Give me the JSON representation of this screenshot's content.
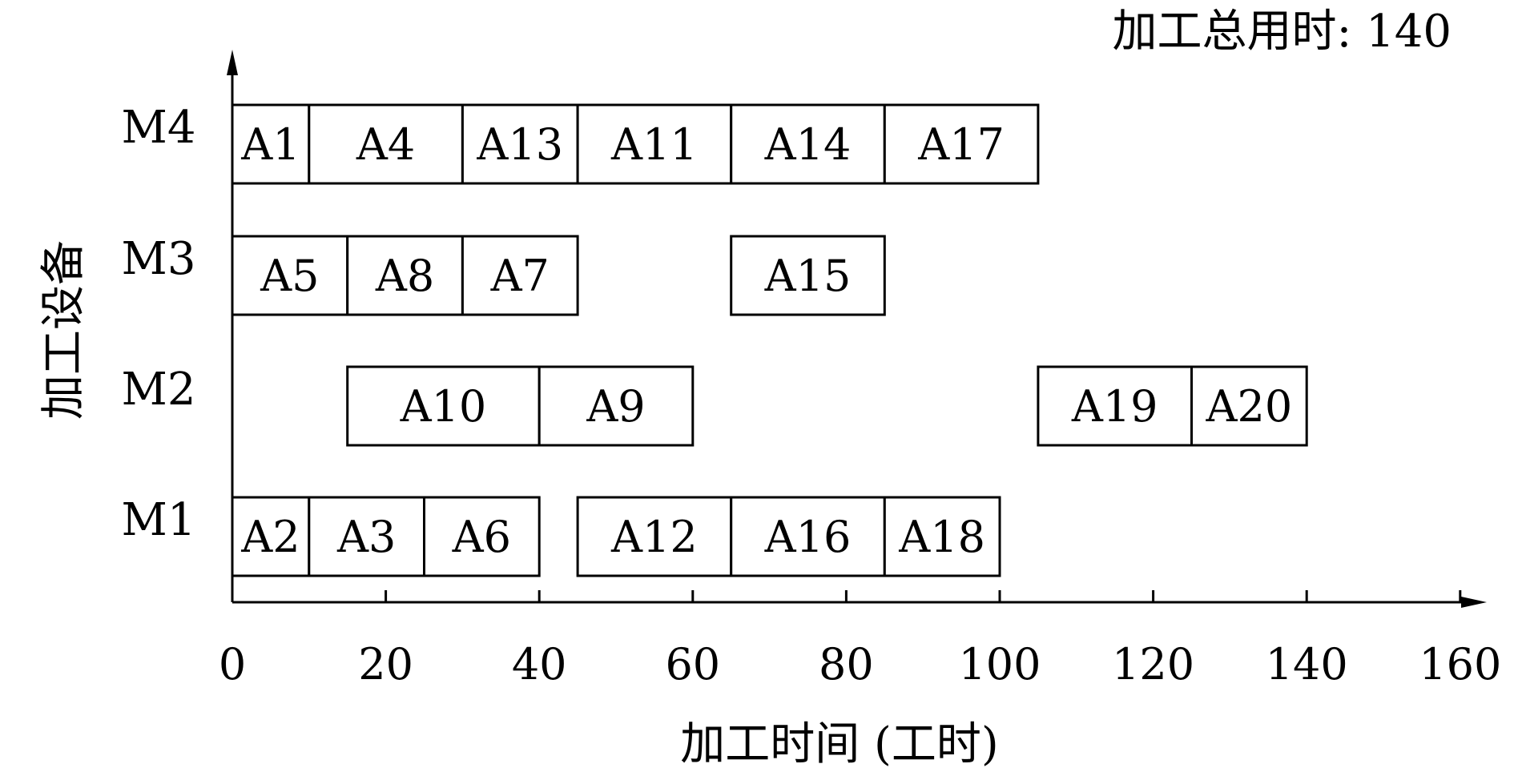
{
  "chart_data": {
    "type": "gantt",
    "annotation": "加工总用时: 140",
    "xlabel": "加工时间 (工时)",
    "ylabel": "加工设备",
    "xlim": [
      0,
      160
    ],
    "xticks": [
      "0",
      "20",
      "40",
      "60",
      "80",
      "100",
      "120",
      "140",
      "160"
    ],
    "xtick_values": [
      0,
      20,
      40,
      60,
      80,
      100,
      120,
      140,
      160
    ],
    "machines": [
      "M4",
      "M3",
      "M2",
      "M1"
    ],
    "tasks": [
      {
        "machine": "M4",
        "label": "A1",
        "start": 0,
        "end": 10
      },
      {
        "machine": "M4",
        "label": "A4",
        "start": 10,
        "end": 30
      },
      {
        "machine": "M4",
        "label": "A13",
        "start": 30,
        "end": 45
      },
      {
        "machine": "M4",
        "label": "A11",
        "start": 45,
        "end": 65
      },
      {
        "machine": "M4",
        "label": "A14",
        "start": 65,
        "end": 85
      },
      {
        "machine": "M4",
        "label": "A17",
        "start": 85,
        "end": 105
      },
      {
        "machine": "M3",
        "label": "A5",
        "start": 0,
        "end": 15
      },
      {
        "machine": "M3",
        "label": "A8",
        "start": 15,
        "end": 30
      },
      {
        "machine": "M3",
        "label": "A7",
        "start": 30,
        "end": 45
      },
      {
        "machine": "M3",
        "label": "A15",
        "start": 65,
        "end": 85
      },
      {
        "machine": "M2",
        "label": "A10",
        "start": 15,
        "end": 40
      },
      {
        "machine": "M2",
        "label": "A9",
        "start": 40,
        "end": 60
      },
      {
        "machine": "M2",
        "label": "A19",
        "start": 105,
        "end": 125
      },
      {
        "machine": "M2",
        "label": "A20",
        "start": 125,
        "end": 140
      },
      {
        "machine": "M1",
        "label": "A2",
        "start": 0,
        "end": 10
      },
      {
        "machine": "M1",
        "label": "A3",
        "start": 10,
        "end": 25
      },
      {
        "machine": "M1",
        "label": "A6",
        "start": 25,
        "end": 40
      },
      {
        "machine": "M1",
        "label": "A12",
        "start": 45,
        "end": 65
      },
      {
        "machine": "M1",
        "label": "A16",
        "start": 65,
        "end": 85
      },
      {
        "machine": "M1",
        "label": "A18",
        "start": 85,
        "end": 100
      }
    ],
    "grid": false,
    "colors": {
      "stroke": "#000000",
      "fill": "#ffffff"
    }
  }
}
